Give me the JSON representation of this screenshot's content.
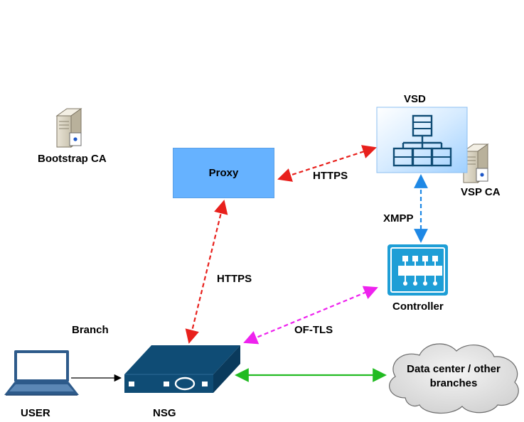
{
  "nodes": {
    "vsd": "VSD",
    "vsp_ca": "VSP CA",
    "bootstrap_ca": "Bootstrap CA",
    "proxy": "Proxy",
    "controller": "Controller",
    "branch": "Branch",
    "user": "USER",
    "nsg": "NSG",
    "datacenter": "Data center / other branches"
  },
  "links": {
    "proxy_vsd": "HTTPS",
    "nsg_proxy": "HTTPS",
    "vsd_controller": "XMPP",
    "nsg_controller": "OF-TLS"
  },
  "colors": {
    "https": "#e8201c",
    "xmpp": "#1e88e5",
    "of_tls": "#ee22ee",
    "datacenter_link": "#22bb22",
    "proxy_fill": "#66b2ff",
    "nsg_blue": "#0f4c75"
  }
}
